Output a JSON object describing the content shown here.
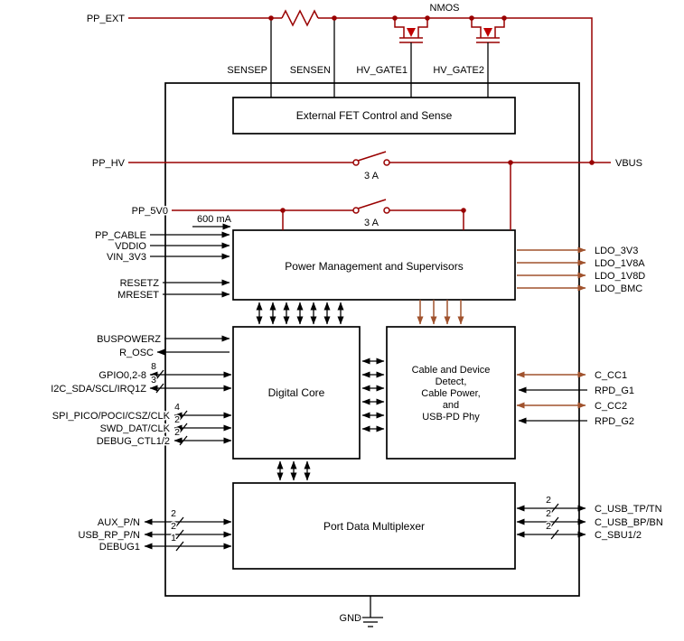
{
  "diagram": {
    "type": "functional-block-diagram",
    "blocks": {
      "fet_control": "External FET Control and Sense",
      "power_mgmt": "Power Management and Supervisors",
      "digital_core": "Digital Core",
      "cable_detect_lines": [
        "Cable and Device",
        "Detect,",
        "Cable Power,",
        "and",
        "USB-PD Phy"
      ],
      "port_mux": "Port Data Multiplexer"
    },
    "top": {
      "nmos": "NMOS",
      "pp_ext": "PP_EXT",
      "sensep": "SENSEP",
      "sensen": "SENSEN",
      "hv_gate1": "HV_GATE1",
      "hv_gate2": "HV_GATE2"
    },
    "power": {
      "pp_hv": "PP_HV",
      "vbus": "VBUS",
      "pp_5v0": "PP_5V0",
      "pp_cable": "PP_CABLE",
      "switch_hv_rating": "3 A",
      "switch_5v_rating": "3 A",
      "cable_current": "600 mA",
      "vddio": "VDDIO",
      "vin_3v3": "VIN_3V3"
    },
    "left_pins": {
      "resetz": "RESETZ",
      "mreset": "MRESET",
      "buspowerz": "BUSPOWERZ",
      "r_osc": "R_OSC",
      "gpio": {
        "label": "GPIO0,2-8",
        "width": "8"
      },
      "i2c": {
        "label": "I2C_SDA/SCL/IRQ1Z",
        "width": "3"
      },
      "spi": {
        "label": "SPI_PICO/POCI/CSZ/CLK",
        "width": "4"
      },
      "swd": {
        "label": "SWD_DAT/CLK",
        "width": "2"
      },
      "debug_ctl": {
        "label": "DEBUG_CTL1/2",
        "width": "2"
      },
      "aux": {
        "label": "AUX_P/N",
        "width": "2"
      },
      "usb_rp": {
        "label": "USB_RP_P/N",
        "width": "2"
      },
      "debug1": {
        "label": "DEBUG1",
        "width": "1"
      }
    },
    "right_pins": {
      "ldo_3v3": "LDO_3V3",
      "ldo_1v8a": "LDO_1V8A",
      "ldo_1v8d": "LDO_1V8D",
      "ldo_bmc": "LDO_BMC",
      "c_cc1": "C_CC1",
      "rpd_g1": "RPD_G1",
      "c_cc2": "C_CC2",
      "rpd_g2": "RPD_G2",
      "c_usb_t": {
        "label": "C_USB_TP/TN",
        "width": "2"
      },
      "c_usb_b": {
        "label": "C_USB_BP/BN",
        "width": "2"
      },
      "c_sbu": {
        "label": "C_SBU1/2",
        "width": "2"
      }
    },
    "ground": "GND",
    "colors": {
      "power_path": "#990000",
      "fet_body": "#C00000",
      "ldo_path": "#A0522D",
      "signal": "#000000"
    }
  }
}
